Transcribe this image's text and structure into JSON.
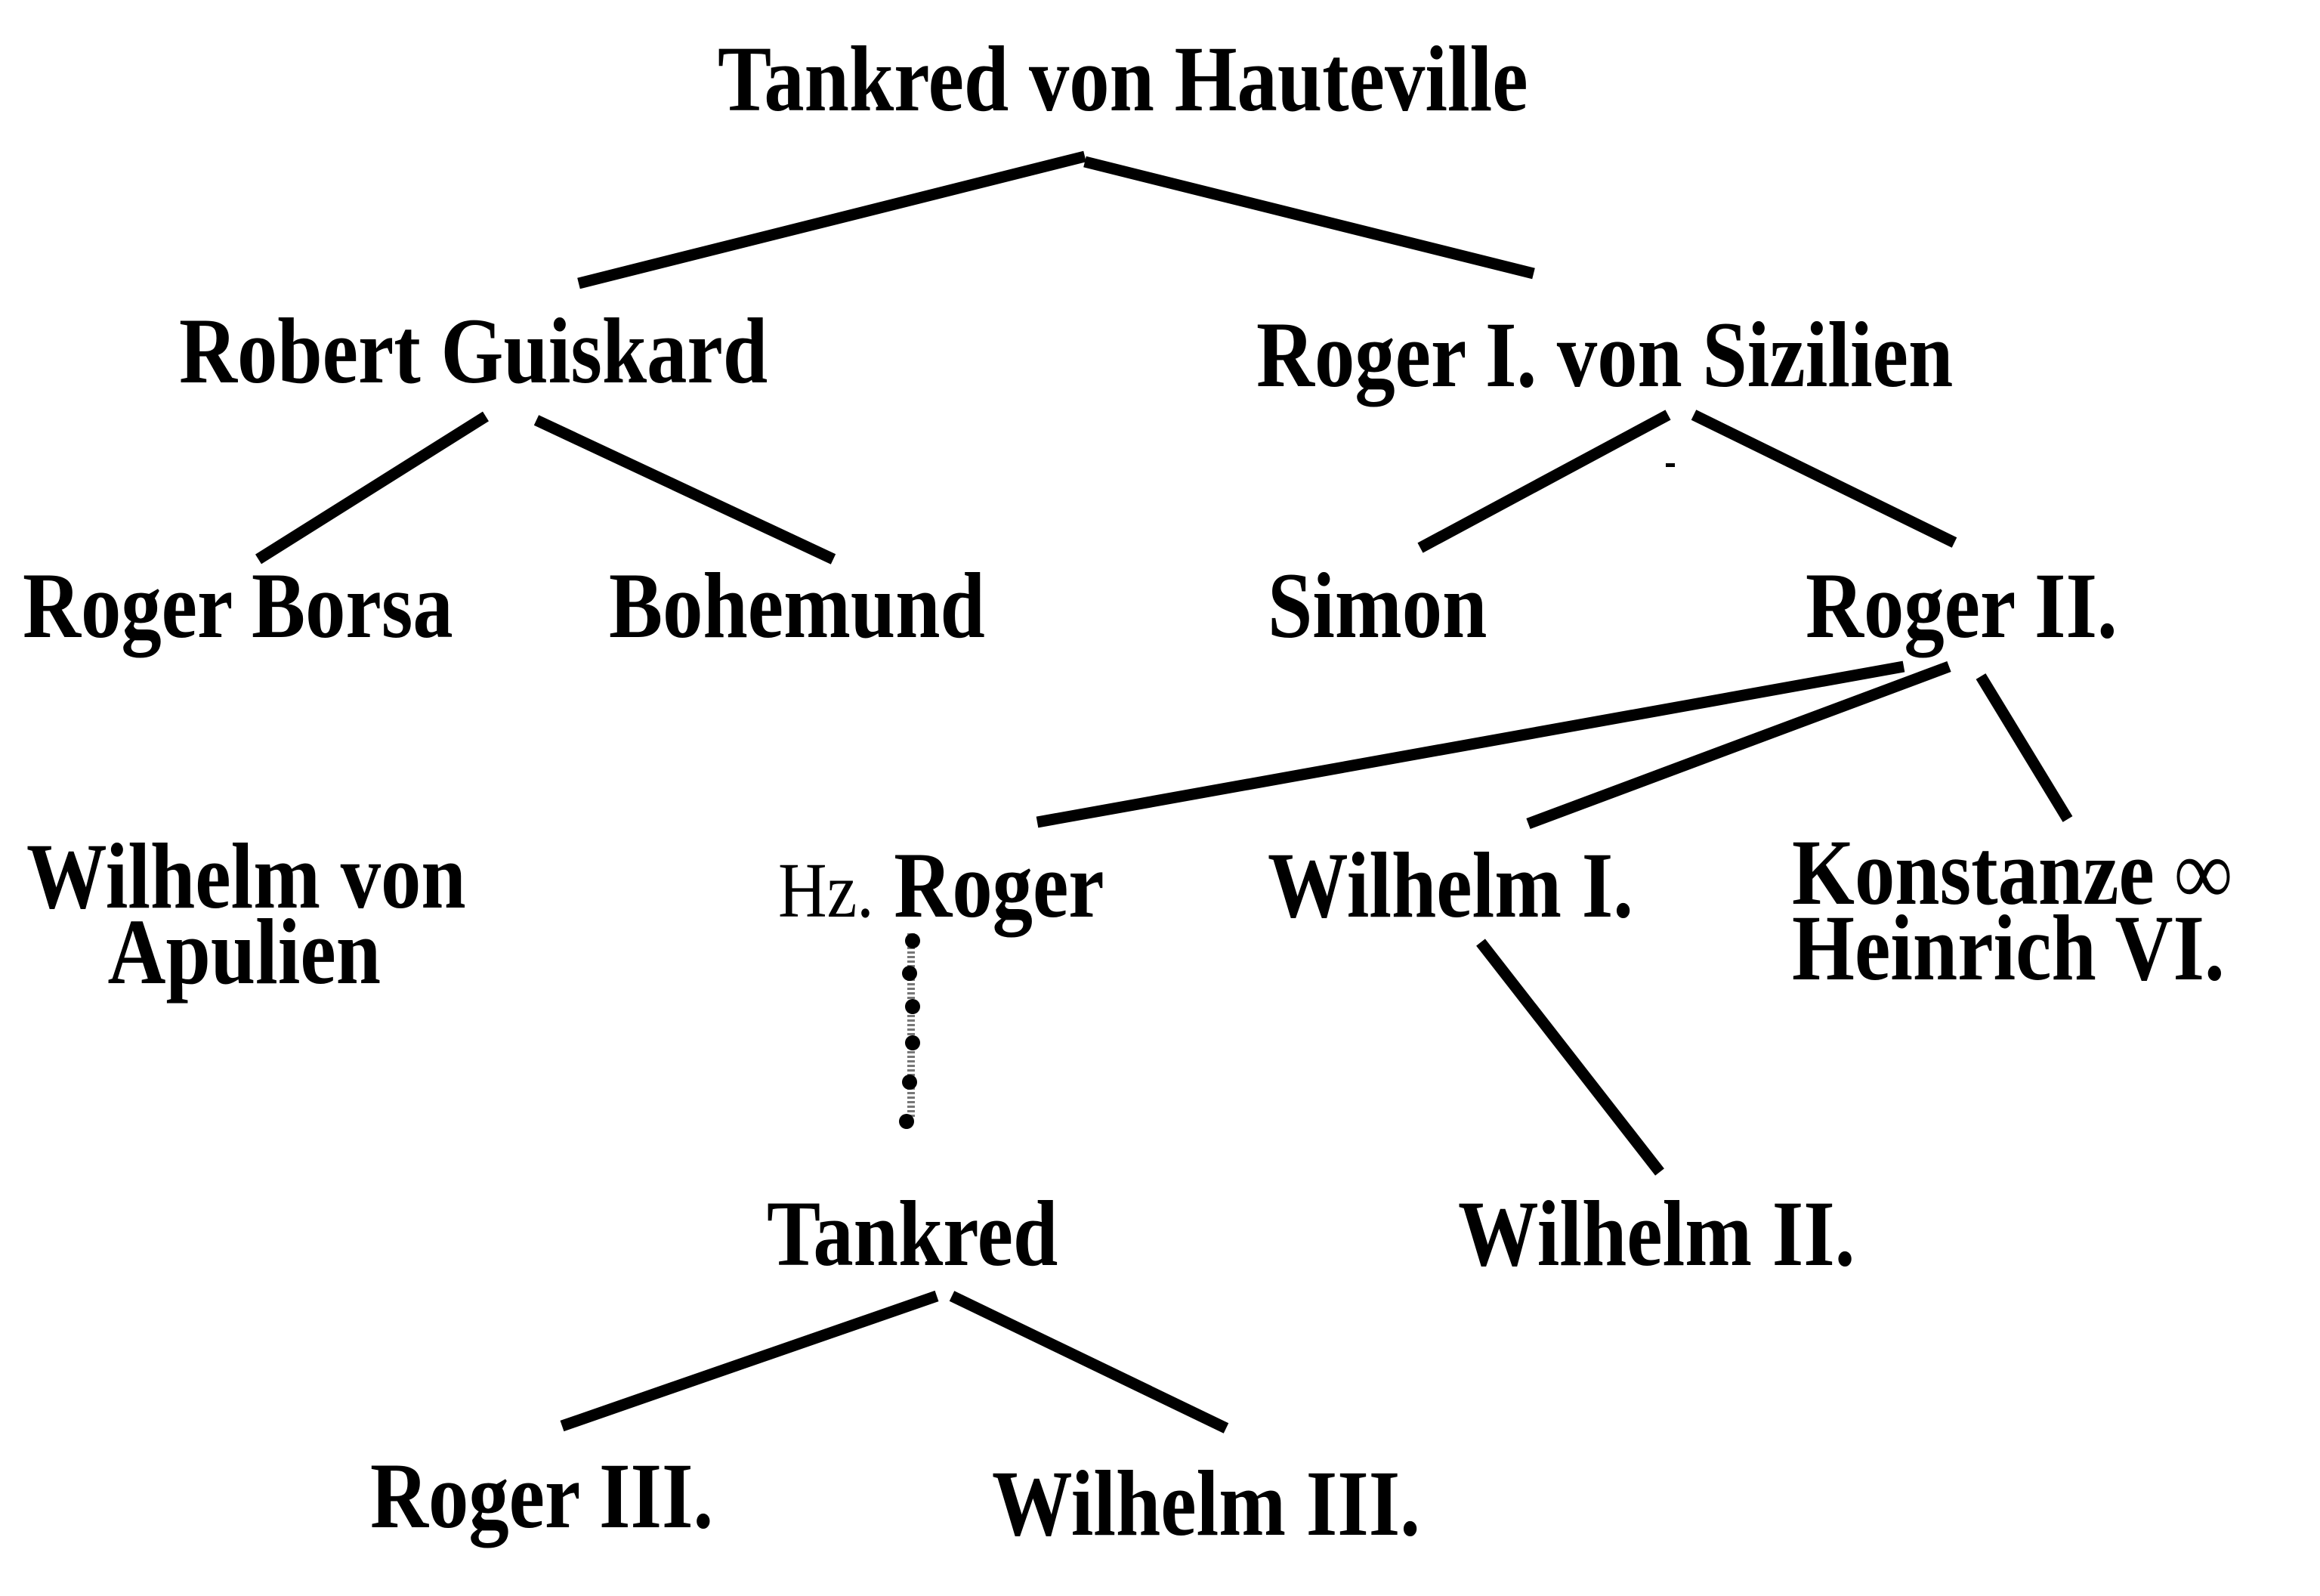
{
  "diagram": {
    "title": "Hauteville family tree",
    "colors": {
      "ink": "#000000",
      "background": "#ffffff"
    },
    "nodes": {
      "tankred_hauteville": {
        "label": "Tankred von Hauteville"
      },
      "robert_guiskard": {
        "label": "Robert Guiskard"
      },
      "roger_i": {
        "label": "Roger I. von Sizilien"
      },
      "roger_borsa": {
        "label": "Roger Borsa"
      },
      "bohemund": {
        "label": "Bohemund"
      },
      "simon": {
        "label": "Simon"
      },
      "roger_ii": {
        "label": "Roger II."
      },
      "wilhelm_apulien": {
        "line1": "Wilhelm von",
        "line2": "Apulien"
      },
      "hz_roger": {
        "prefix": "Hz.",
        "label": "Roger"
      },
      "wilhelm_i": {
        "label": "Wilhelm I."
      },
      "konstanze": {
        "line1": "Konstanze ∞",
        "line2": "Heinrich VI."
      },
      "tankred": {
        "label": "Tankred"
      },
      "wilhelm_ii": {
        "label": "Wilhelm II."
      },
      "roger_iii": {
        "label": "Roger III."
      },
      "wilhelm_iii": {
        "label": "Wilhelm III."
      }
    },
    "edges": [
      {
        "from": "tankred_hauteville",
        "to": "robert_guiskard",
        "style": "solid"
      },
      {
        "from": "tankred_hauteville",
        "to": "roger_i",
        "style": "solid"
      },
      {
        "from": "robert_guiskard",
        "to": "roger_borsa",
        "style": "solid"
      },
      {
        "from": "robert_guiskard",
        "to": "bohemund",
        "style": "solid"
      },
      {
        "from": "roger_i",
        "to": "simon",
        "style": "solid"
      },
      {
        "from": "roger_i",
        "to": "roger_ii",
        "style": "solid"
      },
      {
        "from": "roger_ii",
        "to": "hz_roger",
        "style": "solid"
      },
      {
        "from": "roger_ii",
        "to": "wilhelm_i",
        "style": "solid"
      },
      {
        "from": "roger_ii",
        "to": "konstanze",
        "style": "solid"
      },
      {
        "from": "hz_roger",
        "to": "tankred",
        "style": "dotted"
      },
      {
        "from": "wilhelm_i",
        "to": "wilhelm_ii",
        "style": "solid"
      },
      {
        "from": "tankred",
        "to": "roger_iii",
        "style": "solid"
      },
      {
        "from": "tankred",
        "to": "wilhelm_iii",
        "style": "solid"
      }
    ]
  }
}
